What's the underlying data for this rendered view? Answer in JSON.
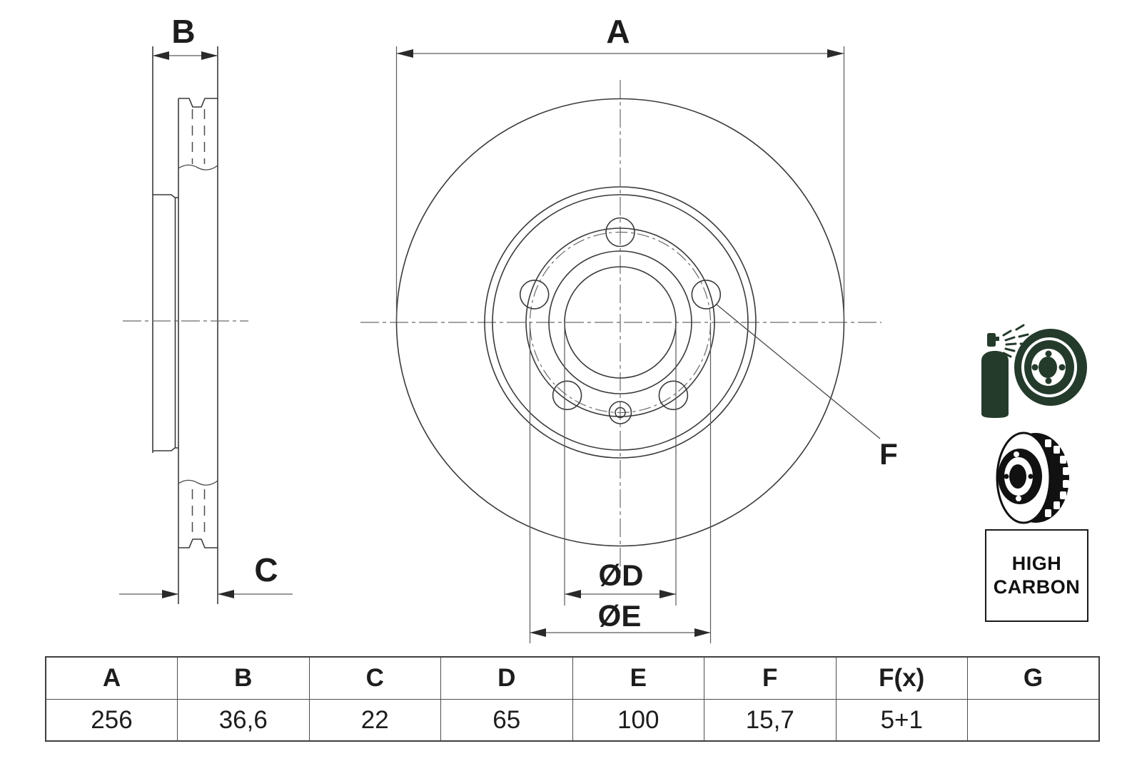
{
  "drawing": {
    "title": "Brake disc technical drawing",
    "labels": {
      "a": "A",
      "b": "B",
      "c": "C",
      "od": "ØD",
      "oe": "ØE",
      "f": "F"
    }
  },
  "table": {
    "headers": [
      "A",
      "B",
      "C",
      "D",
      "E",
      "F",
      "F(x)",
      "G"
    ],
    "values": [
      "256",
      "36,6",
      "22",
      "65",
      "100",
      "15,7",
      "5+1",
      ""
    ]
  },
  "badge": {
    "line1": "HIGH",
    "line2": "CARBON"
  },
  "icons": [
    "spray-can-coating-icon",
    "vented-brake-disc-icon"
  ],
  "colors": {
    "line": "#3a3a3a",
    "spray_icon_green": "#243b2c",
    "disc_icon_black": "#111111",
    "text": "#1d1d1d"
  }
}
